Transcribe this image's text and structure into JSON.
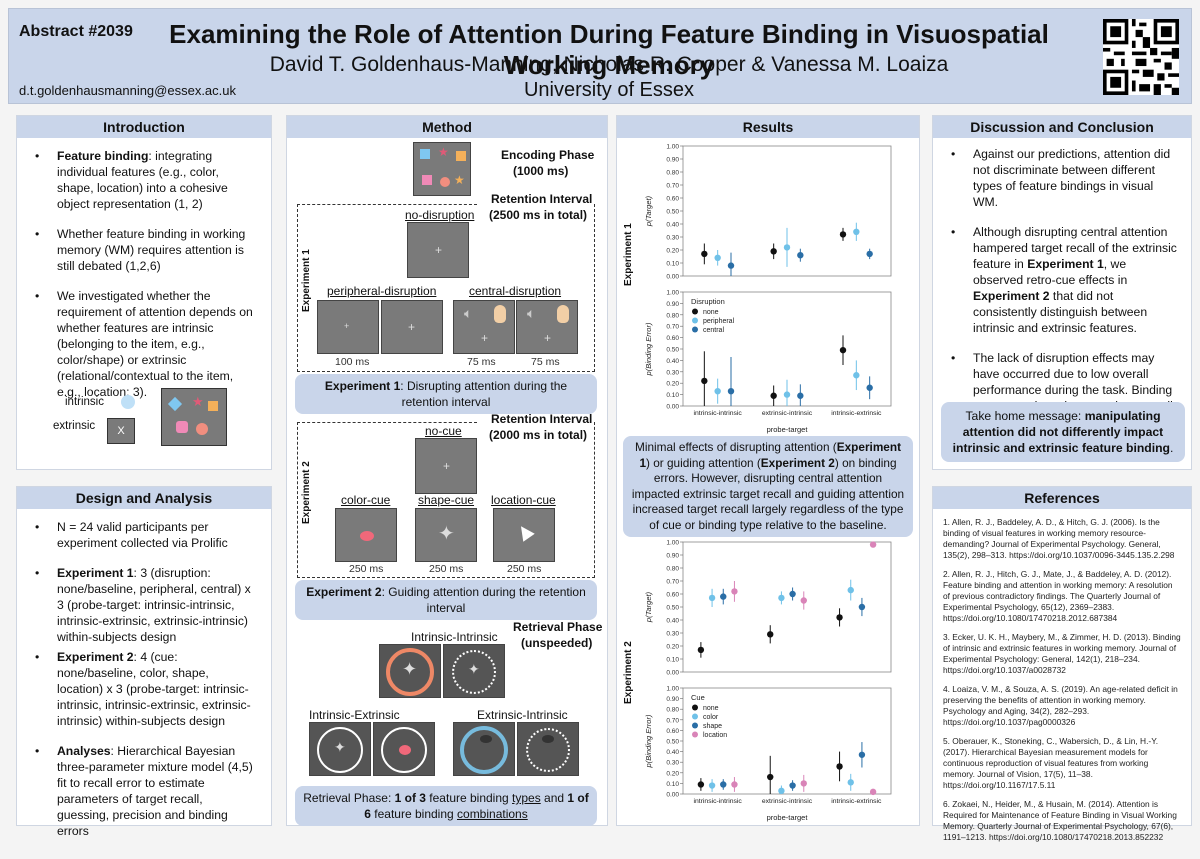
{
  "header": {
    "abstract_id": "Abstract #2039",
    "title": "Examining the Role of Attention During Feature Binding in Visuospatial Working Memory",
    "authors": "David T. Goldenhaus-Manning, Nicholas R. Cooper & Vanessa M. Loaiza",
    "affiliation": "University of Essex",
    "email": "d.t.goldenhausmanning@essex.ac.uk"
  },
  "introduction": {
    "heading": "Introduction",
    "b1_bold": "Feature binding",
    "b1_rest": ": integrating individual features (e.g., color, shape, location) into a cohesive object representation (1, 2)",
    "b2": "Whether feature binding in working memory (WM) requires attention is still debated (1,2,6)",
    "b3": "We investigated whether the requirement of attention depends on whether features are intrinsic (belonging to the item, e.g., color/shape) or extrinsic (relational/contextual to the item, e.g., location; 3).",
    "fig_intrinsic": "intrinsic",
    "fig_extrinsic": "extrinsic",
    "fig_x": "X"
  },
  "design": {
    "heading": "Design and Analysis",
    "b1": "N = 24 valid participants per experiment collected via Prolific",
    "b2_bold": "Experiment 1",
    "b2_rest": ": 3 (disruption: none/baseline, peripheral, central) x 3 (probe-target: intrinsic-intrinsic, intrinsic-extrinsic, extrinsic-intrinsic) within-subjects design",
    "b3_bold": "Experiment 2",
    "b3_rest": ": 4 (cue: none/baseline, color, shape, location) x 3 (probe-target: intrinsic-intrinsic, intrinsic-extrinsic, extrinsic-intrinsic) within-subjects design",
    "b4_bold": "Analyses",
    "b4_rest": ": Hierarchical Bayesian three-parameter mixture model (4,5) fit to recall error to estimate parameters of target recall, guessing, precision and binding errors"
  },
  "method": {
    "heading": "Method",
    "encoding": "Encoding Phase",
    "encoding_time": "(1000 ms)",
    "retention1": "Retention Interval",
    "retention1_time": "(2500 ms in total)",
    "no_disruption": "no-disruption",
    "peripheral": "peripheral-disruption",
    "central": "central-disruption",
    "exp1_label": "Experiment 1",
    "t100": "100 ms",
    "t75a": "75 ms",
    "t75b": "75 ms",
    "exp1_cap_bold": "Experiment 1",
    "exp1_cap_rest": ": Disrupting attention during the retention interval",
    "retention2": "Retention Interval",
    "retention2_time": "(2000 ms in total)",
    "no_cue": "no-cue",
    "color_cue": "color-cue",
    "shape_cue": "shape-cue",
    "location_cue": "location-cue",
    "exp2_label": "Experiment 2",
    "t250a": "250 ms",
    "t250b": "250 ms",
    "t250c": "250 ms",
    "exp2_cap_bold": "Experiment 2",
    "exp2_cap_rest": ": Guiding attention during the retention interval",
    "retrieval": "Retrieval Phase",
    "retrieval_sub": "(unspeeded)",
    "ii": "Intrinsic-Intrinsic",
    "ie": "Intrinsic-Extrinsic",
    "ei": "Extrinsic-Intrinsic",
    "ret_cap_a": "Retrieval Phase: ",
    "ret_cap_b": "1 of 3",
    "ret_cap_c": " feature binding ",
    "ret_cap_d": "types",
    "ret_cap_e": " and ",
    "ret_cap_f": "1 of 6",
    "ret_cap_g": " feature binding ",
    "ret_cap_h": "combinations"
  },
  "results": {
    "heading": "Results",
    "exp1_label": "Experiment 1",
    "exp2_label": "Experiment 2",
    "summary_a": "Minimal effects of disrupting attention (",
    "summary_b": "Experiment 1",
    "summary_c": ") or guiding attention (",
    "summary_d": "Experiment 2",
    "summary_e": ") on binding errors. However, disrupting central attention impacted extrinsic target recall and guiding attention increased target recall largely regardless of the type of cue or binding type relative to the baseline."
  },
  "discussion": {
    "heading": "Discussion and Conclusion",
    "b1": "Against our predictions, attention did not discriminate between different types of feature bindings in visual WM.",
    "b2_a": "Although disrupting central attention hampered target recall of the extrinsic feature in ",
    "b2_b": "Experiment 1",
    "b2_c": ", we observed retro-cue effects in ",
    "b2_d": "Experiment 2",
    "b2_e": " that did not consistently distinguish between intrinsic and extrinsic features.",
    "b3": "The lack of disruption effects may have occurred due to low overall performance during the task. Binding errors may have been too low overall to detect any disruption or retro-cue effects.",
    "takehome_a": "Take home message: ",
    "takehome_b": "manipulating attention did not differently impact intrinsic and extrinsic feature binding",
    "takehome_c": "."
  },
  "references": {
    "heading": "References",
    "r1": "1. Allen, R. J., Baddeley, A. D., & Hitch, G. J. (2006). Is the binding of visual features in working memory resource-demanding? Journal of Experimental Psychology. General, 135(2), 298–313. https://doi.org/10.1037/0096-3445.135.2.298",
    "r2": "2. Allen, R. J., Hitch, G. J., Mate, J., & Baddeley, A. D. (2012). Feature binding and attention in working memory: A resolution of previous contradictory findings. The Quarterly Journal of Experimental Psychology, 65(12), 2369–2383. https://doi.org/10.1080/17470218.2012.687384",
    "r3": "3. Ecker, U. K. H., Maybery, M., & Zimmer, H. D. (2013). Binding of intrinsic and extrinsic features in working memory. Journal of Experimental Psychology: General, 142(1), 218–234. https://doi.org/10.1037/a0028732",
    "r4": "4. Loaiza, V. M., & Souza, A. S. (2019). An age-related deficit in preserving the benefits of attention in working memory. Psychology and Aging, 34(2), 282–293. https://doi.org/10.1037/pag0000326",
    "r5": "5. Oberauer, K., Stoneking, C., Wabersich, D., & Lin, H.-Y. (2017). Hierarchical Bayesian measurement models for continuous reproduction of visual features from working memory. Journal of Vision, 17(5), 11–38. https://doi.org/10.1167/17.5.11",
    "r6": "6. Zokaei, N., Heider, M., & Husain, M. (2014). Attention is Required for Maintenance of Feature Binding in Visual Working Memory. Quarterly Journal of Experimental Psychology, 67(6), 1191–1213. https://doi.org/10.1080/17470218.2013.852232"
  },
  "chart_data": [
    {
      "type": "scatter",
      "ylabel": "p(Target)",
      "categories": [
        "intrinsic-intrinsic",
        "extrinsic-intrinsic",
        "intrinsic-extrinsic"
      ],
      "yticks": [
        "0.00",
        "0.10",
        "0.20",
        "0.30",
        "0.40",
        "0.50",
        "0.60",
        "0.70",
        "0.80",
        "0.90",
        "1.00"
      ],
      "ylim": [
        0,
        1
      ],
      "series": [
        {
          "name": "none",
          "color": "#111111",
          "values": [
            0.17,
            0.19,
            0.32
          ],
          "err": [
            0.08,
            0.06,
            0.05
          ]
        },
        {
          "name": "peripheral",
          "color": "#6fc1e8",
          "values": [
            0.14,
            0.22,
            0.34
          ],
          "err": [
            0.06,
            0.15,
            0.07
          ]
        },
        {
          "name": "central",
          "color": "#2a6ea6",
          "values": [
            0.08,
            0.16,
            0.17
          ],
          "err": [
            0.1,
            0.05,
            0.04
          ]
        }
      ]
    },
    {
      "type": "scatter",
      "ylabel": "p(Binding Error)",
      "xlabel": "probe-target",
      "legend_title": "Disruption",
      "legend_position": "top-left",
      "categories": [
        "intrinsic-intrinsic",
        "extrinsic-intrinsic",
        "intrinsic-extrinsic"
      ],
      "yticks": [
        "0.00",
        "0.10",
        "0.20",
        "0.30",
        "0.40",
        "0.50",
        "0.60",
        "0.70",
        "0.80",
        "0.90",
        "1.00"
      ],
      "ylim": [
        0,
        1
      ],
      "series": [
        {
          "name": "none",
          "color": "#111111",
          "values": [
            0.22,
            0.09,
            0.49
          ],
          "err": [
            0.26,
            0.09,
            0.13
          ]
        },
        {
          "name": "peripheral",
          "color": "#6fc1e8",
          "values": [
            0.13,
            0.1,
            0.27
          ],
          "err": [
            0.11,
            0.13,
            0.13
          ]
        },
        {
          "name": "central",
          "color": "#2a6ea6",
          "values": [
            0.13,
            0.09,
            0.16
          ],
          "err": [
            0.3,
            0.1,
            0.1
          ]
        }
      ]
    },
    {
      "type": "scatter",
      "ylabel": "p(Target)",
      "categories": [
        "intrinsic-intrinsic",
        "extrinsic-intrinsic",
        "intrinsic-extrinsic"
      ],
      "yticks": [
        "0.00",
        "0.10",
        "0.20",
        "0.30",
        "0.40",
        "0.50",
        "0.60",
        "0.70",
        "0.80",
        "0.90",
        "1.00"
      ],
      "ylim": [
        0,
        1
      ],
      "series": [
        {
          "name": "none",
          "color": "#111111",
          "values": [
            0.17,
            0.29,
            0.42
          ],
          "err": [
            0.06,
            0.07,
            0.07
          ]
        },
        {
          "name": "color",
          "color": "#6fc1e8",
          "values": [
            0.57,
            0.57,
            0.63
          ],
          "err": [
            0.07,
            0.05,
            0.08
          ]
        },
        {
          "name": "shape",
          "color": "#2a6ea6",
          "values": [
            0.58,
            0.6,
            0.5
          ],
          "err": [
            0.06,
            0.05,
            0.07
          ]
        },
        {
          "name": "location",
          "color": "#d984b8",
          "values": [
            0.62,
            0.55,
            0.98
          ],
          "err": [
            0.08,
            0.07,
            0.01
          ]
        }
      ]
    },
    {
      "type": "scatter",
      "ylabel": "p(Binding Error)",
      "xlabel": "probe-target",
      "legend_title": "Cue",
      "legend_position": "top-left",
      "categories": [
        "intrinsic-intrinsic",
        "extrinsic-intrinsic",
        "intrinsic-extrinsic"
      ],
      "yticks": [
        "0.00",
        "0.10",
        "0.20",
        "0.30",
        "0.40",
        "0.50",
        "0.60",
        "0.70",
        "0.80",
        "0.90",
        "1.00"
      ],
      "ylim": [
        0,
        1
      ],
      "series": [
        {
          "name": "none",
          "color": "#111111",
          "values": [
            0.09,
            0.16,
            0.26
          ],
          "err": [
            0.06,
            0.2,
            0.14
          ]
        },
        {
          "name": "color",
          "color": "#6fc1e8",
          "values": [
            0.08,
            0.03,
            0.11
          ],
          "err": [
            0.06,
            0.05,
            0.08
          ]
        },
        {
          "name": "shape",
          "color": "#2a6ea6",
          "values": [
            0.09,
            0.08,
            0.37
          ],
          "err": [
            0.05,
            0.05,
            0.12
          ]
        },
        {
          "name": "location",
          "color": "#d984b8",
          "values": [
            0.09,
            0.1,
            0.02
          ],
          "err": [
            0.07,
            0.08,
            0.02
          ]
        }
      ]
    }
  ]
}
